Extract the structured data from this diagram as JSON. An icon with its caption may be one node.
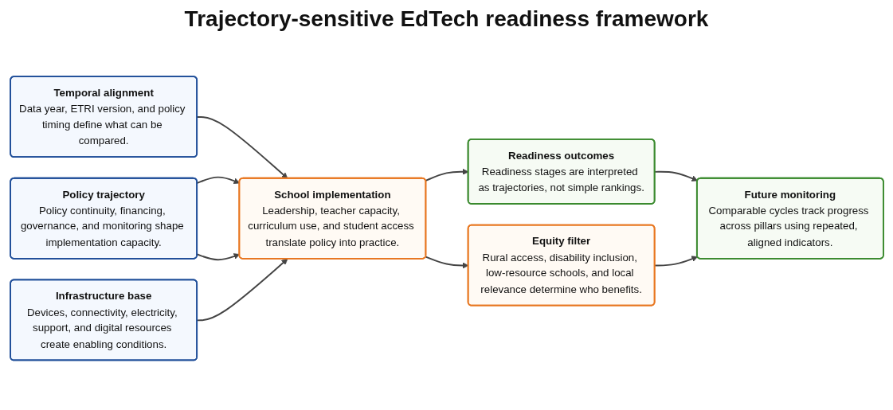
{
  "diagram": {
    "title": "Trajectory-sensitive EdTech readiness framework",
    "nodes": [
      {
        "text": [
          "Temporal alignment",
          "Data year, ETRI version, and policy timing define what can be compared."
        ]
      },
      {
        "text": [
          "Policy trajectory",
          "Policy continuity, financing, governance, and monitoring shape implementation capacity."
        ]
      },
      {
        "text": [
          "Infrastructure base",
          "Devices, connectivity, electricity, support, and digital resources create enabling conditions."
        ]
      },
      {
        "text": [
          "School implementation",
          "Leadership, teacher capacity, curriculum use, and student access translate policy into practice."
        ]
      },
      {
        "text": [
          "Readiness outcomes",
          "Readiness stages are interpreted as trajectories, not simple rankings."
        ]
      },
      {
        "text": [
          "Equity filter",
          "Rural access, disability inclusion, low-resource schools, and local relevance determine who benefits."
        ]
      },
      {
        "text": [
          "Future monitoring",
          "Comparable cycles track progress across pillars using repeated, aligned indicators."
        ]
      }
    ],
    "edges": [
      {
        "from": 0,
        "to": 3,
        "arrow": "to"
      },
      {
        "from": 1,
        "to": 3,
        "arrow": "to"
      },
      {
        "from": 1,
        "to": 3,
        "arrow": "to"
      },
      {
        "from": 2,
        "to": 3,
        "arrow": "to"
      },
      {
        "from": 3,
        "to": 4,
        "arrow": "to"
      },
      {
        "from": 3,
        "to": 5,
        "arrow": "to"
      },
      {
        "from": 4,
        "to": 6,
        "arrow": "to"
      },
      {
        "from": 5,
        "to": 6,
        "arrow": "to"
      }
    ]
  }
}
